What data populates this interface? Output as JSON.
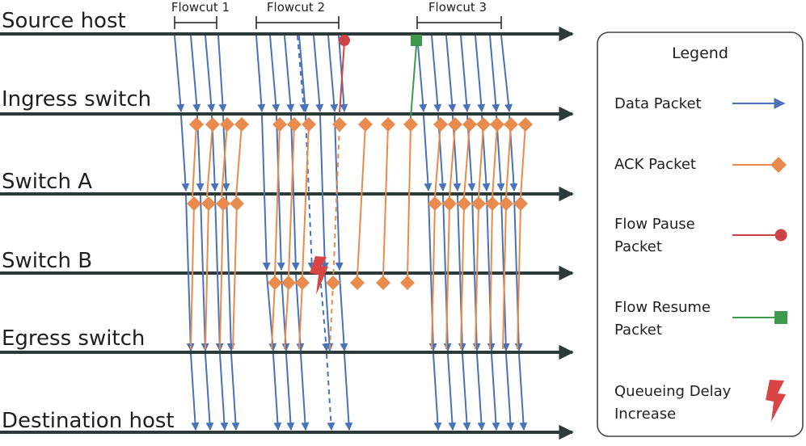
{
  "lanes": [
    "Source host",
    "Ingress switch",
    "Switch A",
    "Switch B",
    "Egress switch",
    "Destination host"
  ],
  "flowcuts": [
    "Flowcut 1",
    "Flowcut 2",
    "Flowcut 3"
  ],
  "legend": {
    "title": "Legend",
    "items": [
      {
        "label": "Data Packet",
        "icon": "arrow-icon"
      },
      {
        "label": "ACK Packet",
        "icon": "diamond-icon"
      },
      {
        "label": "Flow Pause Packet",
        "icon": "circle-icon"
      },
      {
        "label": "Flow Resume Packet",
        "icon": "square-icon"
      },
      {
        "label": "Queueing Delay Increase",
        "icon": "lightning-icon"
      }
    ]
  },
  "colors": {
    "lane": "#2d3a3a",
    "data": "#4a72b8",
    "ack": "#e88b4c",
    "pause": "#cc4444",
    "resume": "#3d9a4d",
    "delay": "#d94545"
  }
}
